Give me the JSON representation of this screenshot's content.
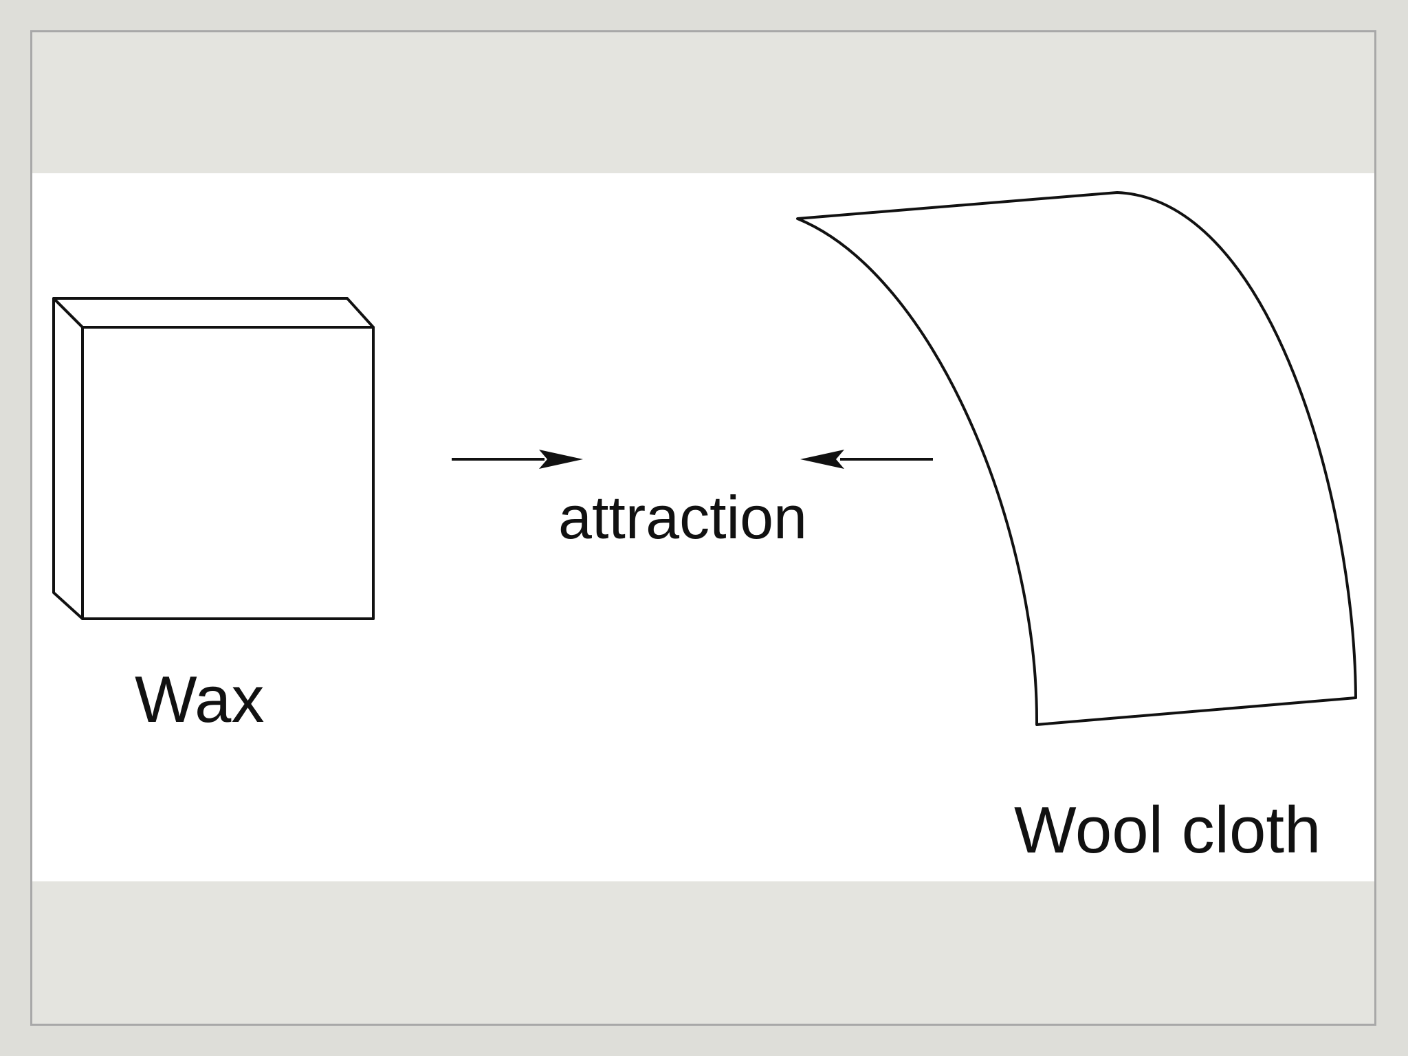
{
  "diagram": {
    "labels": {
      "wax": "Wax",
      "attraction": "attraction",
      "wool_cloth": "Wool cloth"
    },
    "colors": {
      "background": "#deded9",
      "frame_border": "#a8a8a8",
      "panel": "#ffffff",
      "stroke": "#111111"
    }
  }
}
